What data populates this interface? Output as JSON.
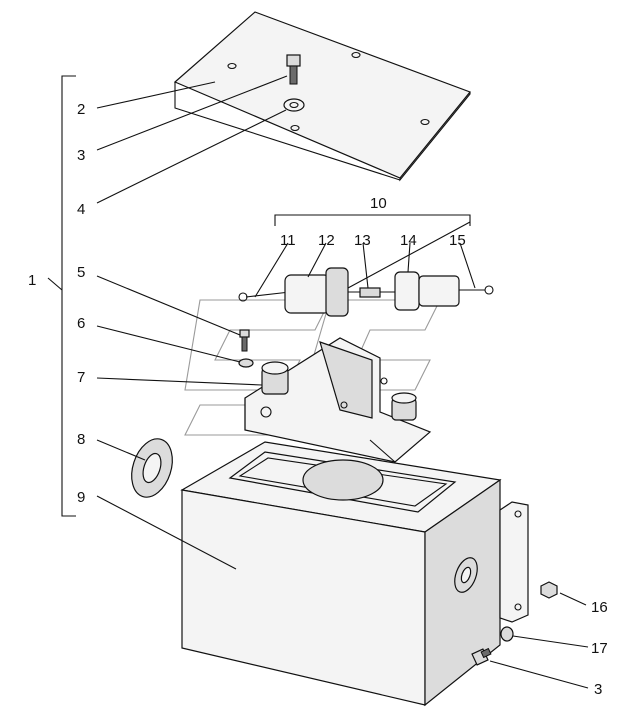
{
  "diagram": {
    "callouts": [
      {
        "id": "1",
        "label": "1"
      },
      {
        "id": "2",
        "label": "2"
      },
      {
        "id": "3a",
        "label": "3"
      },
      {
        "id": "4",
        "label": "4"
      },
      {
        "id": "5",
        "label": "5"
      },
      {
        "id": "6",
        "label": "6"
      },
      {
        "id": "7",
        "label": "7"
      },
      {
        "id": "8",
        "label": "8"
      },
      {
        "id": "9",
        "label": "9"
      },
      {
        "id": "10",
        "label": "10"
      },
      {
        "id": "11",
        "label": "11"
      },
      {
        "id": "12",
        "label": "12"
      },
      {
        "id": "13",
        "label": "13"
      },
      {
        "id": "14",
        "label": "14"
      },
      {
        "id": "15",
        "label": "15"
      },
      {
        "id": "16",
        "label": "16"
      },
      {
        "id": "17",
        "label": "17"
      },
      {
        "id": "3b",
        "label": "3"
      }
    ],
    "parts": {
      "cover_plate": "cover-plate",
      "bolt": "bolt",
      "washer": "washer",
      "wire_assembly": "wire-assembly",
      "relay": "relay",
      "grommet": "grommet",
      "housing_box": "housing-box",
      "mounting_bracket": "mounting-bracket",
      "nut": "nut"
    }
  }
}
